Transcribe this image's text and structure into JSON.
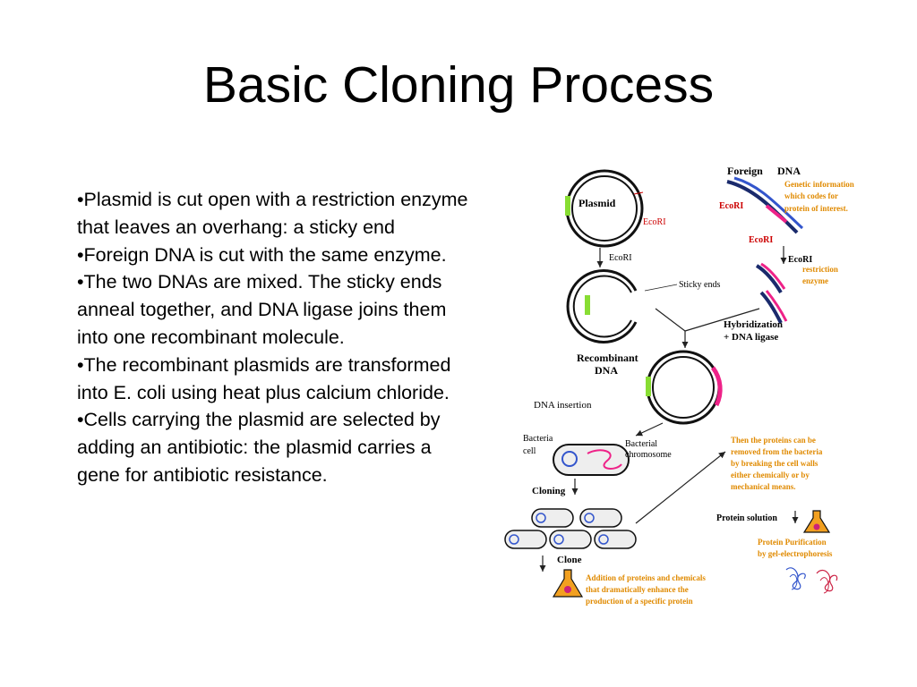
{
  "slide": {
    "title": "Basic Cloning Process",
    "bullets": [
      "•Plasmid is cut open with a restriction enzyme that leaves an overhang: a sticky end",
      "•Foreign DNA is cut with the same enzyme.",
      "•The two DNAs are mixed.  The sticky ends anneal together, and DNA ligase joins them into one recombinant molecule.",
      "•The recombinant plasmids are transformed into E. coli using heat plus calcium chloride.",
      "•Cells carrying the plasmid are selected by adding an antibiotic: the plasmid carries a gene for antibiotic resistance."
    ]
  },
  "diagram": {
    "plasmid": "Plasmid",
    "foreign": "Foreign",
    "dna": "DNA",
    "ecori": "EcoRI",
    "genetic_info": [
      "Genetic information",
      "which codes for",
      "protein of interest."
    ],
    "restriction_enzyme": [
      "restriction",
      "enzyme"
    ],
    "sticky_ends": "Sticky ends",
    "hybridization": [
      "Hybridization",
      "+ DNA ligase"
    ],
    "recombinant": "Recombinant",
    "dna_insertion": "DNA insertion",
    "bacteria_cell": [
      "Bacteria",
      "cell"
    ],
    "bacterial_chromosome": [
      "Bacterial",
      "chromosome"
    ],
    "cloning": "Cloning",
    "clone": "Clone",
    "proteins_removed": [
      "Then the proteins can be",
      "removed from the bacteria",
      "by breaking the cell walls",
      "either chemically or by",
      "mechanical means."
    ],
    "protein_solution": "Protein solution",
    "protein_purification": [
      "Protein Purification",
      "by gel-electrophoresis"
    ],
    "addition": [
      "Addition of proteins and chemicals",
      "that dramatically enhance the",
      "production of a specific protein"
    ],
    "colors": {
      "label_red": "#cc0000",
      "label_orange": "#e08a00",
      "pink": "#ee2288",
      "green": "#88dd33",
      "navy": "#1a2a6c",
      "blue": "#3355cc"
    }
  }
}
